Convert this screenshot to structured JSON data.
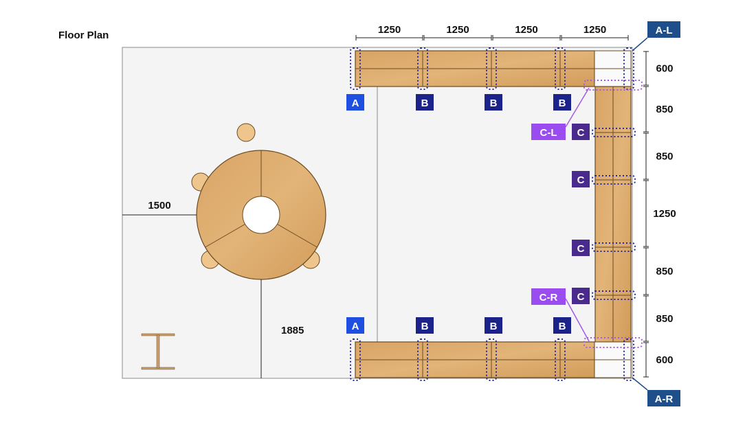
{
  "title": "Floor Plan",
  "top_dimensions": [
    "1250",
    "1250",
    "1250",
    "1250"
  ],
  "right_dimensions": [
    "600",
    "850",
    "850",
    "1250",
    "850",
    "850",
    "600"
  ],
  "round_table_dimensions": {
    "left_clearance": "1500",
    "bottom_clearance": "1885"
  },
  "labels": {
    "A": "A",
    "B": "B",
    "C": "C",
    "CL": "C-L",
    "CR": "C-R",
    "AL": "A-L",
    "AR": "A-R"
  },
  "colors": {
    "wood": "#d9a766",
    "floor": "#f4f4f4",
    "badge_a": "#1f4fe0",
    "badge_b": "#1b2289",
    "badge_c": "#4a2a8c",
    "badge_cl": "#9a4cf0",
    "badge_al": "#1e4f8a",
    "connector_dotted": "#2a2aa0"
  }
}
